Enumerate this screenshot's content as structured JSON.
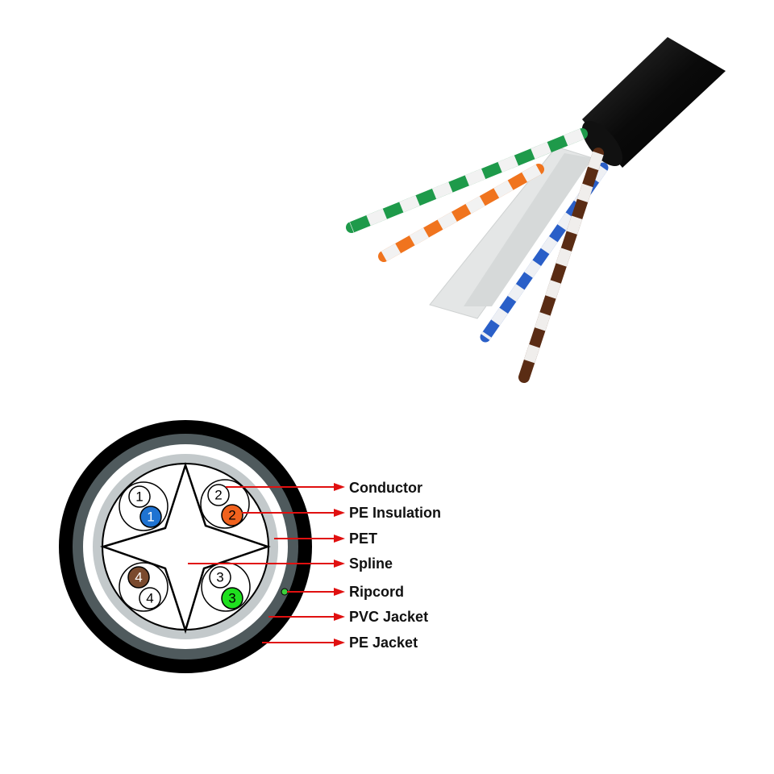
{
  "photo": {
    "subject": "twisted-pair-cable",
    "pair_colors": {
      "green": "#1e9a4a",
      "orange": "#f0741e",
      "blue": "#2a5fc8",
      "brown": "#5a2c14"
    },
    "jacket_color": "#0b0b0b"
  },
  "cross_section": {
    "pairs": [
      {
        "number": "1",
        "color": "#1f73d2"
      },
      {
        "number": "2",
        "color": "#f0621e"
      },
      {
        "number": "3",
        "color": "#1fe01f"
      },
      {
        "number": "4",
        "color": "#7a4a2e"
      }
    ],
    "layer_colors": {
      "pe_jacket": "#000000",
      "pvc_jacket": "#4f5a5d",
      "pet": "#c3c9cb",
      "ripcord": "#3bd13b"
    },
    "leader_color": "#e01010",
    "labels": [
      "Conductor",
      "PE Insulation",
      "PET",
      "Spline",
      "Ripcord",
      "PVC Jacket",
      "PE Jacket"
    ]
  }
}
